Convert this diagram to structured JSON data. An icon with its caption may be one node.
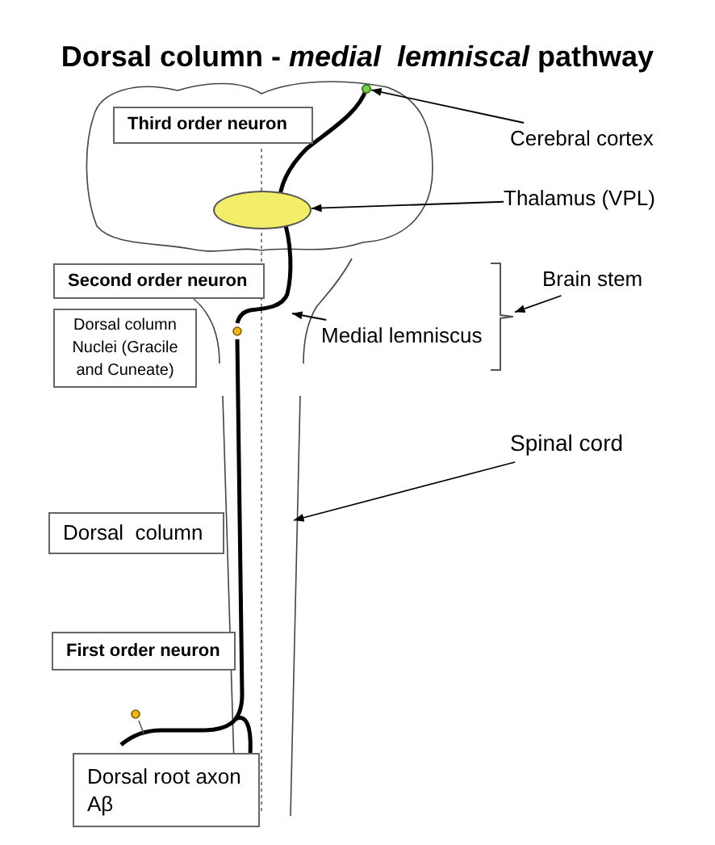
{
  "diagram": {
    "title": "Dorsal column - *medial  lemniscal* pathway",
    "nodes": [
      {
        "text": [
          "Third order neuron"
        ]
      },
      {
        "text": [
          "Second order neuron"
        ]
      },
      {
        "text": [
          "Dorsal column Nuclei (Gracile and Cuneate)"
        ]
      },
      {
        "text": [
          "Dorsal  column"
        ]
      },
      {
        "text": [
          "First order neuron"
        ]
      },
      {
        "text": [
          "Dorsal root axon Aβ"
        ]
      },
      {
        "text": [
          "Cerebral cortex"
        ]
      },
      {
        "text": [
          "Thalamus (VPL)"
        ]
      },
      {
        "text": [
          "Brain stem"
        ]
      },
      {
        "text": [
          "Medial lemniscus"
        ]
      },
      {
        "text": [
          "Spinal cord"
        ]
      },
      {
        "text": [],
        "shape": "circle"
      },
      {
        "text": [],
        "shape": "ellipse"
      },
      {
        "text": [],
        "shape": "bracket"
      }
    ],
    "edges": [
      {
        "from": 6,
        "to": 11,
        "arrow": "to"
      },
      {
        "from": 7,
        "to": 12,
        "arrow": "to"
      },
      {
        "from": 8,
        "to": 13,
        "arrow": "to"
      },
      {
        "from": 9,
        "to": null,
        "arrow": "to"
      },
      {
        "from": 10,
        "to": null,
        "arrow": "to"
      }
    ]
  }
}
